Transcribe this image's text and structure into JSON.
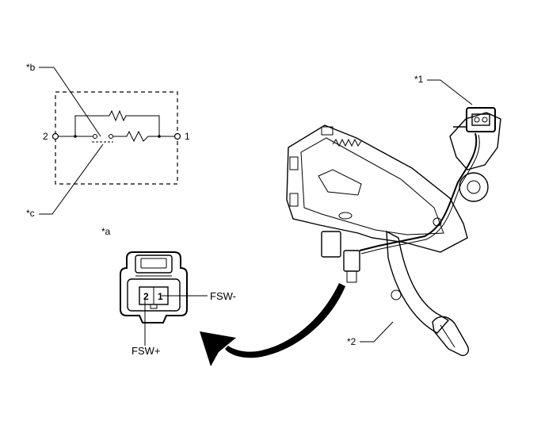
{
  "callouts": {
    "a": "*a",
    "b": "*b",
    "c": "*c",
    "one": "*1",
    "two": "*2"
  },
  "schematic": {
    "terminal_left": "2",
    "terminal_right": "1"
  },
  "connector": {
    "pin_left": "2",
    "pin_right": "1",
    "signal_right": "FSW-",
    "signal_bottom": "FSW+"
  }
}
